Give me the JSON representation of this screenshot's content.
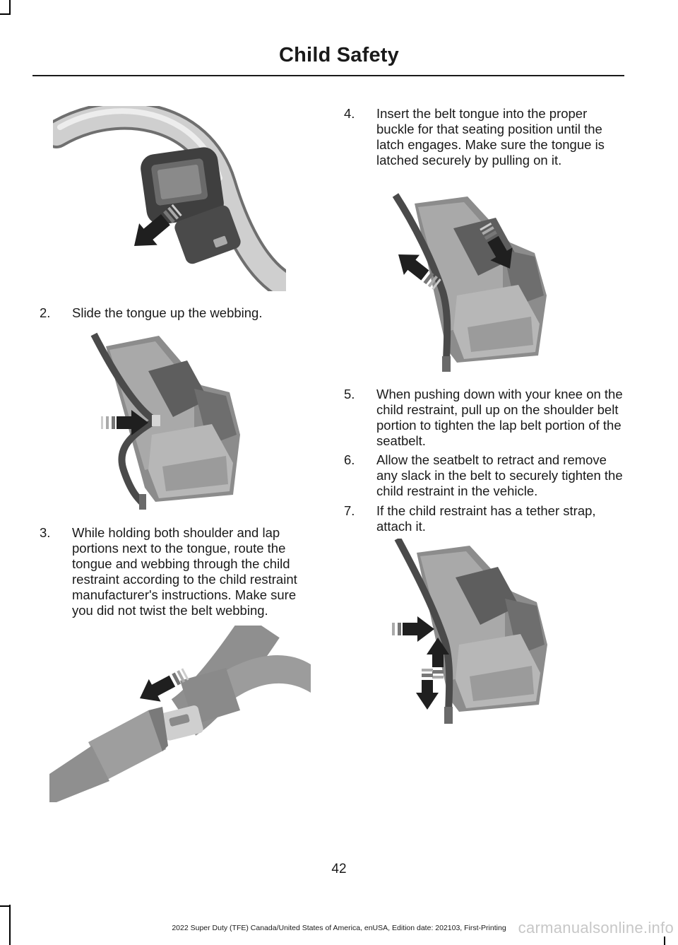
{
  "header": {
    "title": "Child Safety"
  },
  "steps": [
    {
      "num": "2.",
      "text": "Slide the tongue up the webbing."
    },
    {
      "num": "3.",
      "text": "While holding both shoulder and lap portions next to the tongue, route the tongue and webbing through the child restraint according to the child restraint manufacturer's instructions. Make sure you did not twist the belt webbing."
    },
    {
      "num": "4.",
      "text": "Insert the belt tongue into the proper buckle for that seating position until the latch engages. Make sure the tongue is latched securely by pulling on it."
    },
    {
      "num": "5.",
      "text": "When pushing down with your knee on the child restraint, pull up on the shoulder belt portion to tighten the lap belt portion of the seatbelt."
    },
    {
      "num": "6.",
      "text": "Allow the seatbelt to retract and remove any slack in the belt to securely tighten the child restraint in the vehicle."
    },
    {
      "num": "7.",
      "text": "If the child restraint has a tether strap, attach it."
    }
  ],
  "page_number": "42",
  "footer": "2022 Super Duty (TFE) Canada/United States of America, enUSA, Edition date: 202103, First-Printing",
  "watermark": "carmanualsonline.info",
  "colors": {
    "seat_light": "#a9a9a9",
    "seat_mid": "#8c8c8c",
    "seat_dark": "#5e5e5e",
    "belt": "#4a4a4a",
    "arrow": "#1f1f1f"
  }
}
